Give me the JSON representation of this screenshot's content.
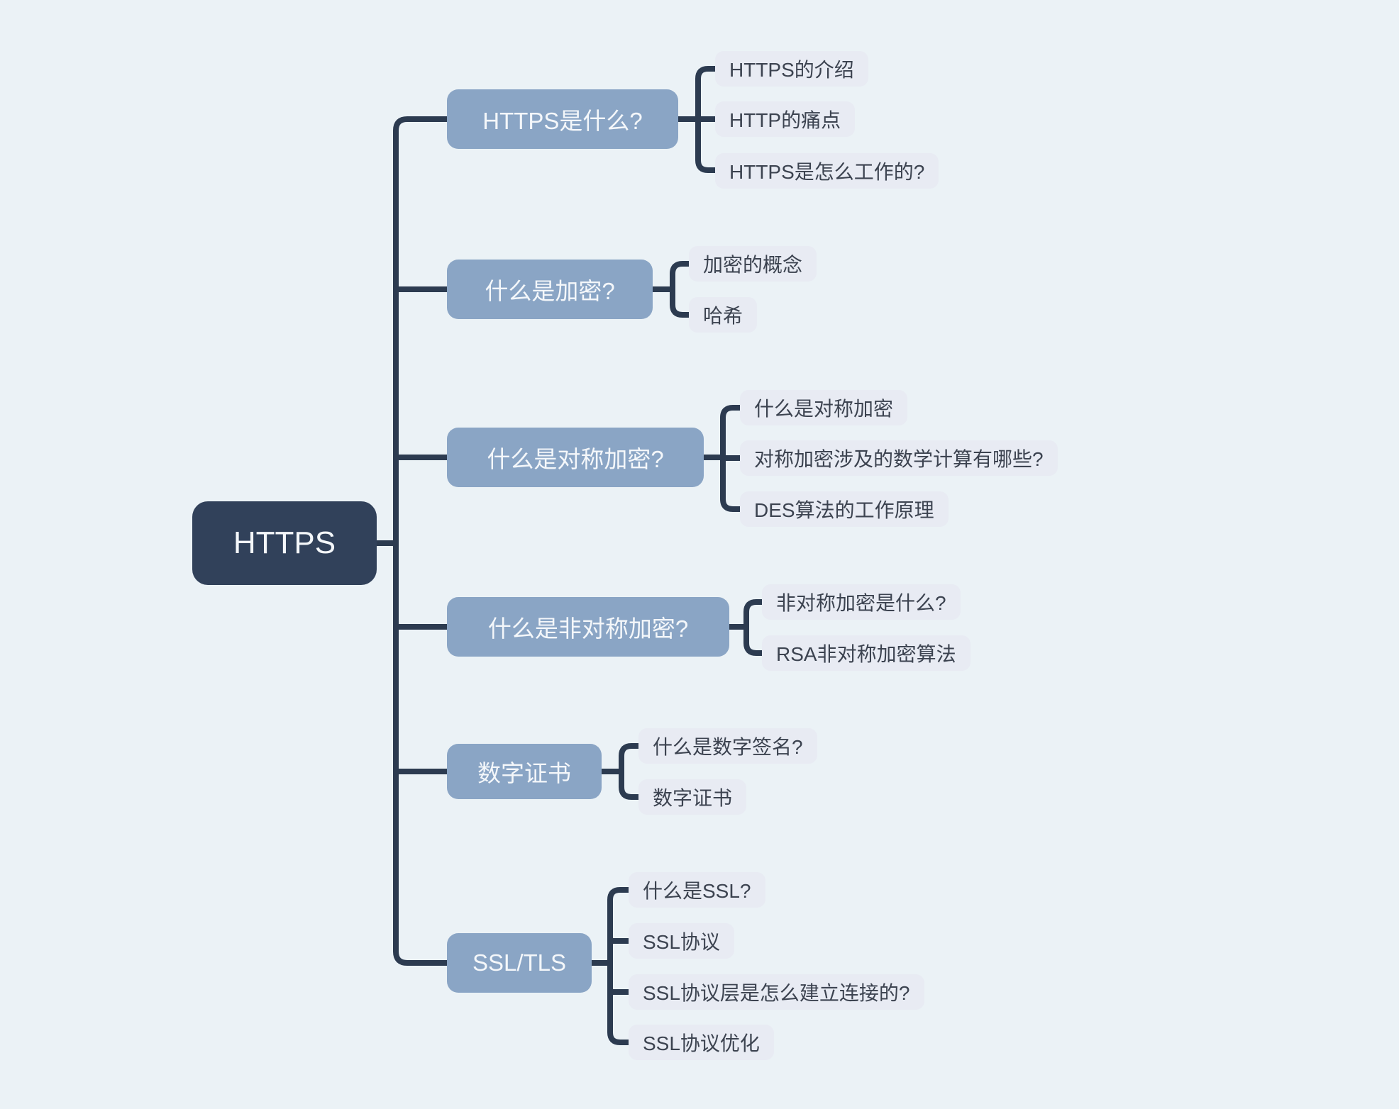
{
  "diagram": {
    "title": "HTTPS mind map",
    "colors": {
      "background": "#ebf2f6",
      "root_fill": "#31415a",
      "branch_fill": "#8aa5c5",
      "child_fill": "#e8ebf3",
      "connector_line": "#2c3b50",
      "root_text": "#f4f7fa",
      "branch_text": "#f4f7fa",
      "child_text": "#3c4350"
    },
    "root": {
      "label": "HTTPS"
    },
    "branches": [
      {
        "label": "HTTPS是什么?",
        "children": [
          "HTTPS的介绍",
          "HTTP的痛点",
          "HTTPS是怎么工作的?"
        ]
      },
      {
        "label": "什么是加密?",
        "children": [
          "加密的概念",
          "哈希"
        ]
      },
      {
        "label": "什么是对称加密?",
        "children": [
          "什么是对称加密",
          "对称加密涉及的数学计算有哪些?",
          "DES算法的工作原理"
        ]
      },
      {
        "label": "什么是非对称加密?",
        "children": [
          "非对称加密是什么?",
          "RSA非对称加密算法"
        ]
      },
      {
        "label": "数字证书",
        "children": [
          "什么是数字签名?",
          "数字证书"
        ]
      },
      {
        "label": "SSL/TLS",
        "children": [
          "什么是SSL?",
          "SSL协议",
          "SSL协议层是怎么建立连接的?",
          "SSL协议优化"
        ]
      }
    ]
  }
}
